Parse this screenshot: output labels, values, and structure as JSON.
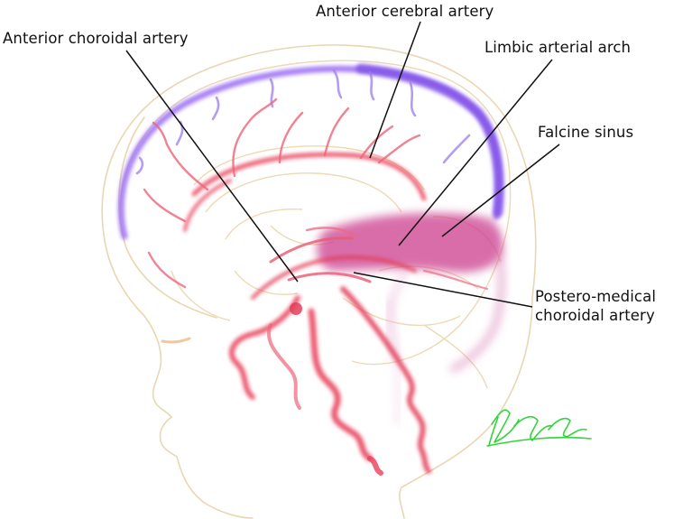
{
  "labels": {
    "anterior_cerebral_artery": "Anterior cerebral artery",
    "anterior_choroidal_artery": "Anterior choroidal artery",
    "limbic_arterial_arch": "Limbic arterial arch",
    "falcine_sinus": "Falcine sinus",
    "postero_medical_line1": "Postero-medical",
    "postero_medical_line2": "choroidal artery"
  },
  "colors": {
    "artery": "#e8405a",
    "vein": "#8f5ff0",
    "sinus": "#cc3d8e",
    "outline": "#ead6b0",
    "leader_line": "#111111",
    "signature": "#2fd63a"
  }
}
